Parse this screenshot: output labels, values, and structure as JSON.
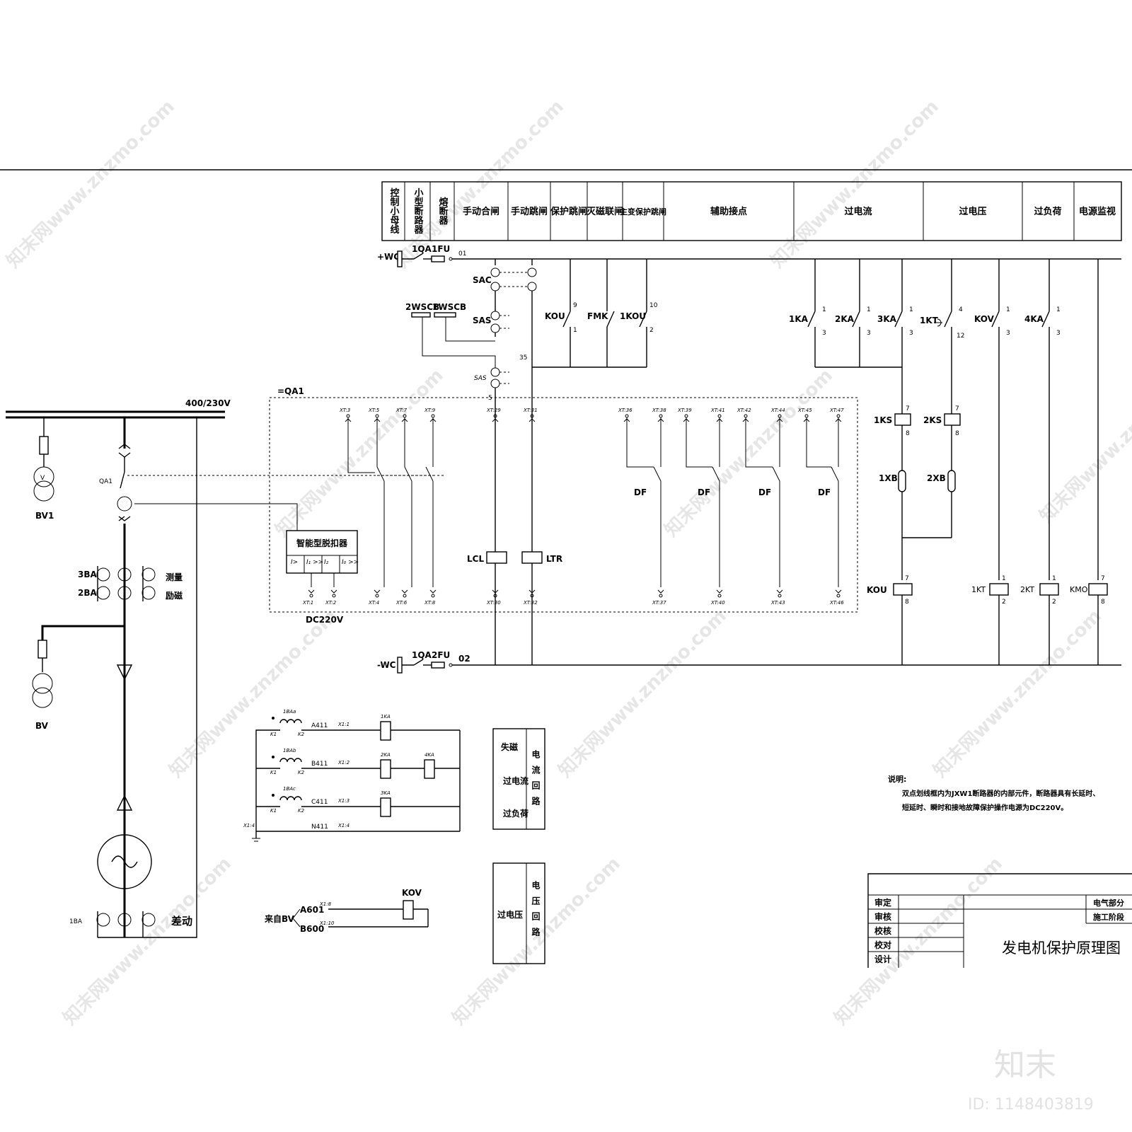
{
  "watermark": {
    "site": "知末网www.znzmo.com",
    "brand": "知末",
    "id_label": "ID: 1148403819"
  },
  "header_columns": [
    "控制小母线",
    "小型断路器",
    "熔断器",
    "手动合闸",
    "手动跳闸",
    "保护跳闸",
    "灭磁联闸",
    "主变保护跳闸",
    "辅助接点",
    "过电流",
    "过电压",
    "过负荷",
    "电源监视"
  ],
  "bus": {
    "pos": "+WC",
    "neg": "-WC",
    "qa": "1QA",
    "fu1": "1FU",
    "fu2": "2FU",
    "n01": "01",
    "n02": "02",
    "main_bus": "400/230V",
    "dc": "DC220V",
    "breaker_box": "=QA1"
  },
  "devices": {
    "sac": "SAC",
    "sas": "SAS",
    "sas2": "SAS",
    "wscb2": "2WSCB",
    "wscb1": "1WSCB",
    "kou": "KOU",
    "fmk": "FMK",
    "kou1": "1KOU",
    "ka1": "1KA",
    "ka2": "2KA",
    "ka3": "3KA",
    "kt1": "1KT",
    "kov": "KOV",
    "ka4": "4KA",
    "ks1": "1KS",
    "ks2": "2KS",
    "xb1": "1XB",
    "xb2": "2XB",
    "kou_coil": "KOU",
    "kt1_coil": "1KT",
    "kt2_coil": "2KT",
    "kmo": "KMO",
    "lcl": "LCL",
    "ltr": "LTR",
    "df": "DF",
    "n35": "35",
    "n5": "5",
    "smart_trip": "智能型脱扣器",
    "trip_cells": [
      "I>",
      "I₁ >>",
      "I₂",
      "I₀ >>"
    ]
  },
  "terminals": {
    "top": [
      "XT:3",
      "XT:5",
      "XT:7",
      "XT:9",
      "XT:29",
      "XT:31",
      "XT:36",
      "XT:38",
      "XT:39",
      "XT:41",
      "XT:42",
      "XT:44",
      "XT:45",
      "XT:47"
    ],
    "bottom": [
      "XT:1",
      "XT:2",
      "XT:4",
      "XT:6",
      "XT:8",
      "XT:30",
      "XT:32",
      "XT:37",
      "XT:40",
      "XT:43",
      "XT:46"
    ]
  },
  "primary": {
    "bv1": "BV1",
    "bv": "BV",
    "qa1": "QA1",
    "ba3": "3BA",
    "ba2": "2BA",
    "ba1": "1BA",
    "measure": "测量",
    "excite": "励磁",
    "diff": "差动"
  },
  "ct_circuit": {
    "ct_a": "1BAa",
    "ct_b": "1BAb",
    "ct_c": "1BAc",
    "a": "A411",
    "b": "B411",
    "c": "C411",
    "n": "N411",
    "ka1": "1KA",
    "ka2": "2KA",
    "ka3": "3KA",
    "ka4": "4KA",
    "k1": "K1",
    "k2": "K2",
    "xt": [
      "X1:1",
      "X1:2",
      "X1:3",
      "X1:4"
    ],
    "xt_gnd": "X1:4"
  },
  "pt_circuit": {
    "from": "来自BV",
    "a": "A601",
    "b": "B600",
    "kov": "KOV",
    "xt": [
      "X1:8",
      "X1:10"
    ]
  },
  "side_boxes": {
    "current": {
      "rows": [
        "失磁",
        "过电流",
        "过负荷"
      ],
      "side": "电流回路"
    },
    "voltage": {
      "rows": [
        "过电压"
      ],
      "side": "电压回路"
    }
  },
  "notes": {
    "heading": "说明:",
    "line1": "双点划线框内为JXW1断路器的内部元件，断路器具有长延时、",
    "line2": "短延时、瞬时和接地故障保护操作电源为DC220V。"
  },
  "title_block": {
    "roles": [
      "审定",
      "审核",
      "校核",
      "校对",
      "设计"
    ],
    "part": "电气部分",
    "stage": "施工阶段",
    "title": "发电机保护原理图"
  }
}
